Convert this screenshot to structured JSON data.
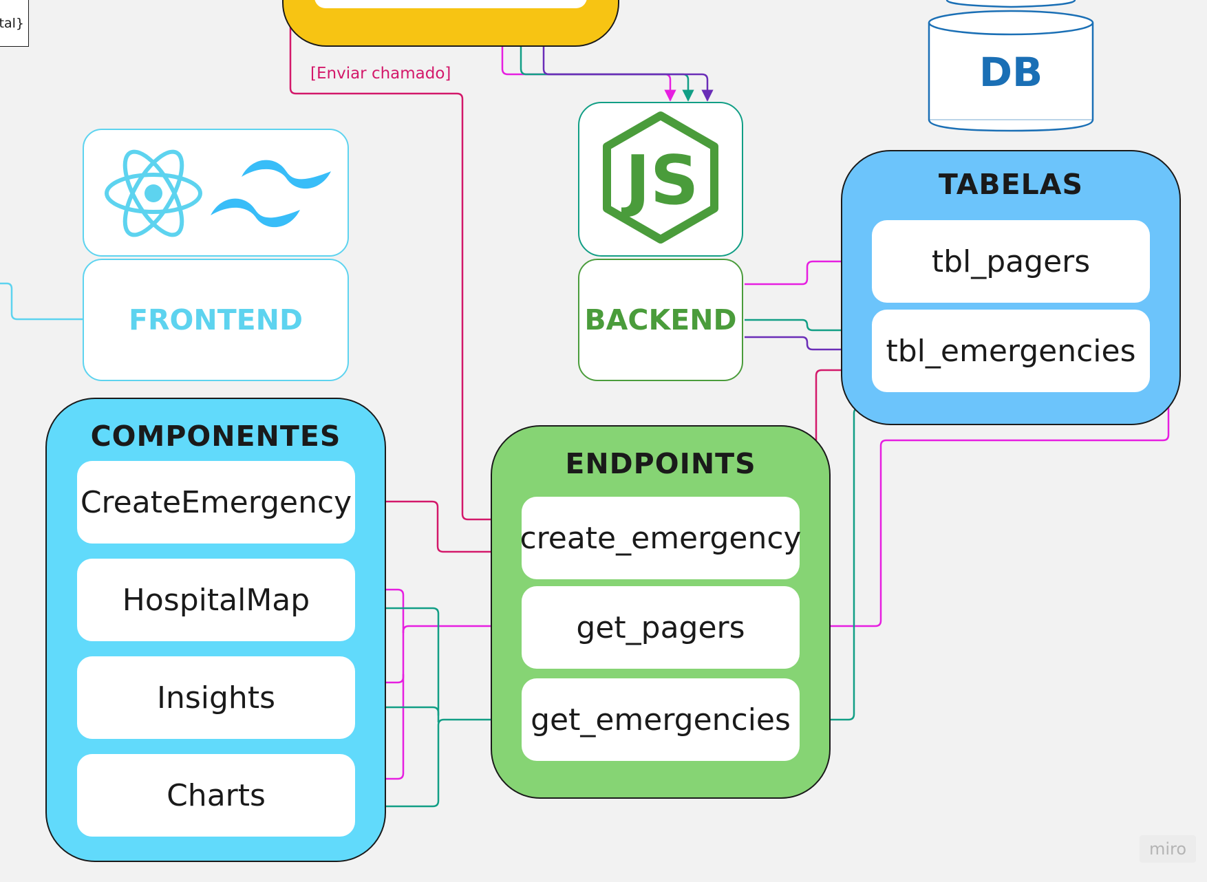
{
  "note_fragment": "tal}",
  "edge_label": "[Enviar chamado]",
  "db_label": "DB",
  "frontend": {
    "label": "FRONTEND",
    "icons": [
      "react-icon",
      "tailwind-icon"
    ]
  },
  "backend": {
    "label": "BACKEND",
    "icon": "nodejs-icon"
  },
  "tabelas": {
    "title": "TABELAS",
    "items": [
      "tbl_pagers",
      "tbl_emergencies"
    ]
  },
  "componentes": {
    "title": "COMPONENTES",
    "items": [
      "CreateEmergency",
      "HospitalMap",
      "Insights",
      "Charts"
    ]
  },
  "endpoints": {
    "title": "ENDPOINTS",
    "items": [
      "create_emergency",
      "get_pagers",
      "get_emergencies"
    ]
  },
  "watermark": "miro",
  "colors": {
    "background": "#f2f2f2",
    "orange_block": "#f7c413",
    "frontend_cyan": "#5dd3ef",
    "componentes_fill": "#61dafb",
    "endpoints_fill": "#86d474",
    "tabelas_fill": "#6cc4fb",
    "backend_green": "#4a9c3b",
    "db_blue": "#1a6fb5",
    "wire_magenta": "#e61ee0",
    "wire_crimson": "#d3186a",
    "wire_teal": "#119e85",
    "wire_purple": "#6a2db7"
  }
}
